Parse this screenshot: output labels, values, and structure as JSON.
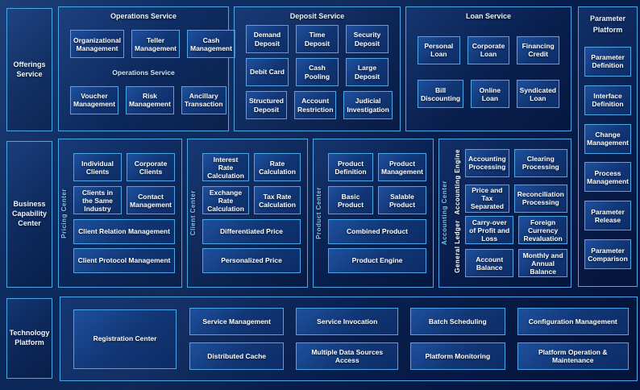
{
  "palette": {
    "background_dark": "#04143c",
    "background_light": "#123570",
    "border_blue": "#4da6e8",
    "box_fill_light": "#1e509e",
    "box_fill_dark": "#0c2c66",
    "vertical_label_blue": "#7fc2ef",
    "text": "#ffffff"
  },
  "sidebar": {
    "offerings": "Offerings Service",
    "business_capability": "Business Capability Center",
    "technology": "Technology Platform"
  },
  "top_groups": [
    {
      "title": "Operations Service",
      "mid_label": "Operations Service",
      "rows": [
        [
          "Organizational Management",
          "Teller Management",
          "Cash Management"
        ],
        [
          "Voucher Management",
          "Risk Management",
          "Ancillary Transaction"
        ]
      ]
    },
    {
      "title": "Deposit Service",
      "rows": [
        [
          "Demand Deposit",
          "Time Deposit",
          "Security Deposit"
        ],
        [
          "Debit Card",
          "Cash Pooling",
          "Large Deposit"
        ],
        [
          "Structured Deposit",
          "Account Restriction",
          "Judicial Investigation"
        ]
      ]
    },
    {
      "title": "Loan Service",
      "rows": [
        [
          "Personal Loan",
          "Corporate Loan",
          "Financing Credit"
        ],
        [
          "Bill Discounting",
          "Online Loan",
          "Syndicated Loan"
        ]
      ]
    }
  ],
  "parameter_platform": {
    "title": "Parameter Platform",
    "items": [
      "Parameter Definition",
      "Interface Definition",
      "Change Management",
      "Process Management",
      "Parameter Release",
      "Parameter Comparison"
    ]
  },
  "capability_groups": [
    {
      "vertical_label": "Pricing Center",
      "small_items": [
        "Individual Clients",
        "Corporate Clients",
        "Clients in the Same Industry",
        "Contact Management"
      ],
      "wide_items": [
        "Client Relation Management",
        "Client Protocol Management"
      ]
    },
    {
      "vertical_label": "Client Center",
      "small_items": [
        "Interest Rate Calculation",
        "Rate Calculation",
        "Exchange Rate Calculation",
        "Tax Rate Calculation"
      ],
      "wide_items": [
        "Differentiated Price",
        "Personalized Price"
      ]
    },
    {
      "vertical_label": "Product Center",
      "small_items": [
        "Product Definition",
        "Product Management",
        "Basic Product",
        "Salable Product"
      ],
      "wide_items": [
        "Combined Product",
        "Product Engine"
      ]
    }
  ],
  "accounting_group": {
    "vertical_label": "Accounting Center",
    "sub_groups": [
      {
        "vertical_label": "Accounting Engine",
        "items": [
          "Accounting Processing",
          "Clearing Processing",
          "Price and Tax Separated",
          "Reconciliation Processing"
        ]
      },
      {
        "vertical_label": "General Ledger",
        "items": [
          "Carry-over of Profit and Loss",
          "Foreign Currency Revaluation",
          "Account Balance",
          "Monthly and Annual Balance"
        ]
      }
    ]
  },
  "technology": {
    "registration": "Registration Center",
    "grid": [
      [
        "Service Management",
        "Service Invocation",
        "Batch Scheduling",
        "Configuration Management"
      ],
      [
        "Distributed Cache",
        "Multiple Data Sources Access",
        "Platform Monitoring",
        "Platform Operation & Maintenance"
      ]
    ]
  }
}
